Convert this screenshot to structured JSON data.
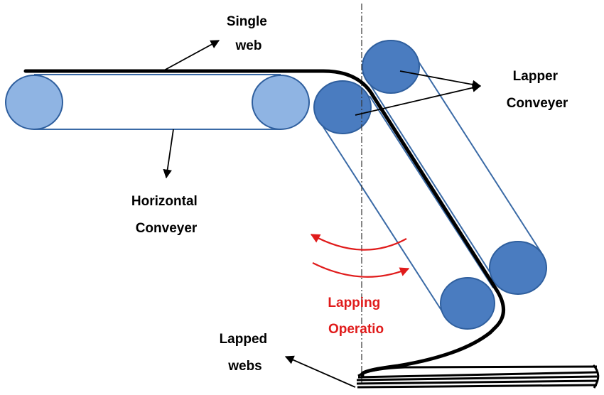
{
  "labels": {
    "single_web": [
      "Single",
      "web"
    ],
    "horizontal_conveyer": [
      "Horizontal",
      "Conveyer"
    ],
    "lapper_conveyer": [
      "Lapper",
      "Conveyer"
    ],
    "lapping_operation": [
      "Lapping",
      "Operatio"
    ],
    "lapped_webs": [
      "Lapped",
      "webs"
    ]
  },
  "colors": {
    "roller_light": "#8fb4e3",
    "roller_dark": "#4a7cc0",
    "roller_edge": "#2f5f9e",
    "belt_line": "#3a6aa6",
    "web_line": "#000000",
    "arrow_red": "#e01b1b"
  }
}
